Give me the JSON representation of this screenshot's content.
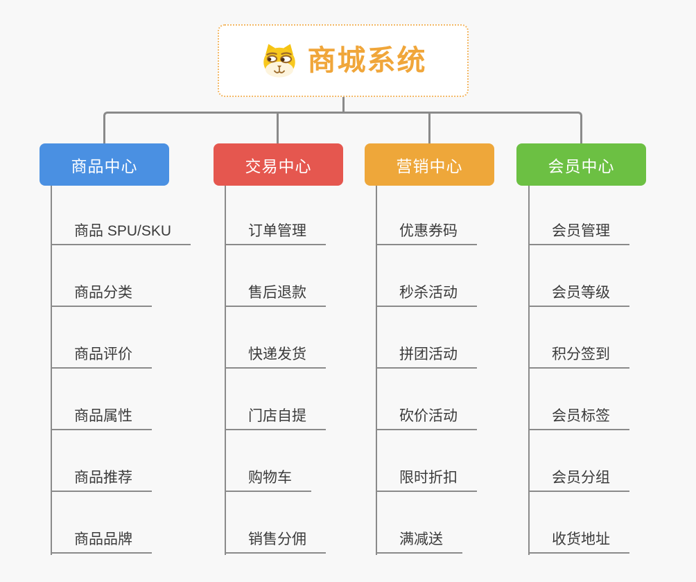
{
  "root": {
    "title": "商城系统",
    "icon": "dog-face"
  },
  "branches": [
    {
      "label": "商品中心",
      "color": "#4a90e2",
      "children": [
        "商品 SPU/SKU",
        "商品分类",
        "商品评价",
        "商品属性",
        "商品推荐",
        "商品品牌"
      ]
    },
    {
      "label": "交易中心",
      "color": "#e5574f",
      "children": [
        "订单管理",
        "售后退款",
        "快递发货",
        "门店自提",
        "购物车",
        "销售分佣"
      ]
    },
    {
      "label": "营销中心",
      "color": "#eea73a",
      "children": [
        "优惠券码",
        "秒杀活动",
        "拼团活动",
        "砍价活动",
        "限时折扣",
        "满减送"
      ]
    },
    {
      "label": "会员中心",
      "color": "#6cc043",
      "children": [
        "会员管理",
        "会员等级",
        "积分签到",
        "会员标签",
        "会员分组",
        "收货地址"
      ]
    }
  ],
  "colors": {
    "background": "#f8f8f8",
    "connector": "#8a8a8a",
    "leaf_text": "#3b3b3b",
    "accent": "#f0a63a",
    "root_border": "#f3b763",
    "node_text": "#ffffff"
  }
}
